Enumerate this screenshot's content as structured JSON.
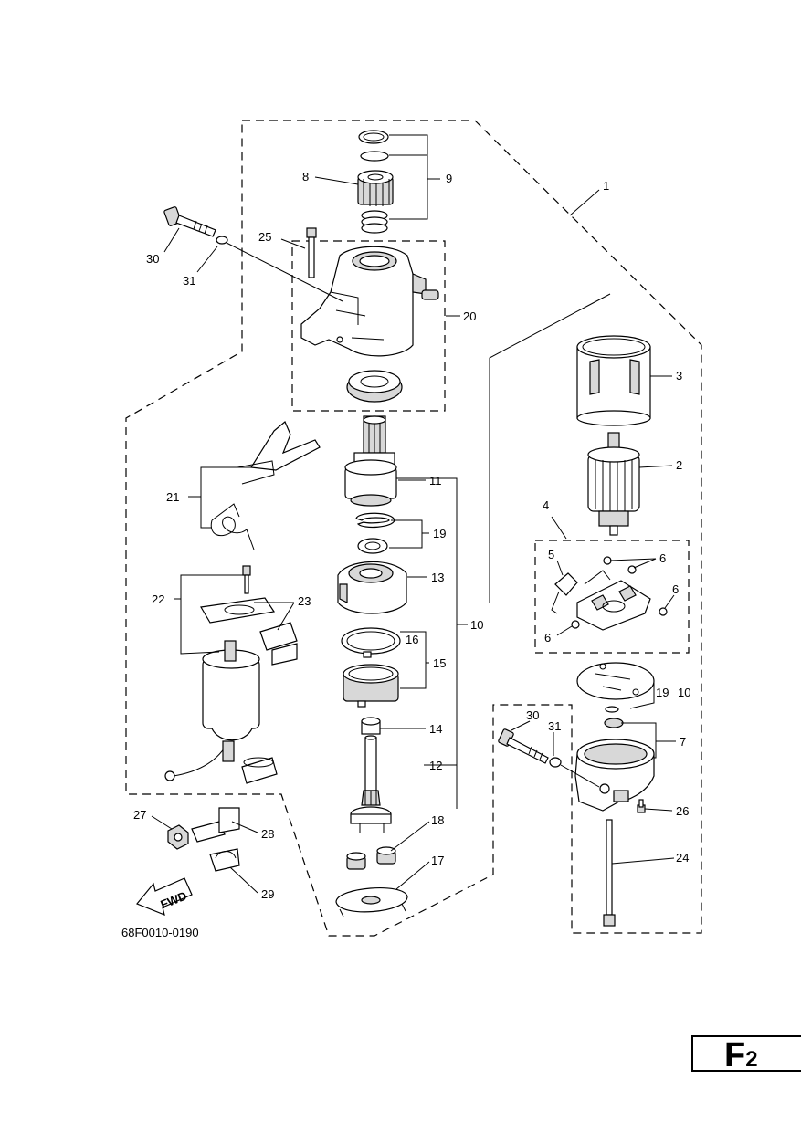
{
  "diagram": {
    "figure_code": "68F0010-0190",
    "fwd_label": "FWD",
    "page_ref_letter": "F",
    "page_ref_number": "2",
    "callouts": {
      "c1": "1",
      "c2": "2",
      "c3": "3",
      "c4": "4",
      "c5": "5",
      "c6a": "6",
      "c6b": "6",
      "c6c": "6",
      "c7": "7",
      "c8": "8",
      "c9": "9",
      "c10a": "10",
      "c10b": "10",
      "c11": "11",
      "c12": "12",
      "c13": "13",
      "c14": "14",
      "c15": "15",
      "c16": "16",
      "c17": "17",
      "c18": "18",
      "c19a": "19",
      "c19b": "19",
      "c20": "20",
      "c21": "21",
      "c22": "22",
      "c23": "23",
      "c24": "24",
      "c25": "25",
      "c26": "26",
      "c27": "27",
      "c28": "28",
      "c29": "29",
      "c30a": "30",
      "c30b": "30",
      "c31a": "31",
      "c31b": "31"
    }
  }
}
